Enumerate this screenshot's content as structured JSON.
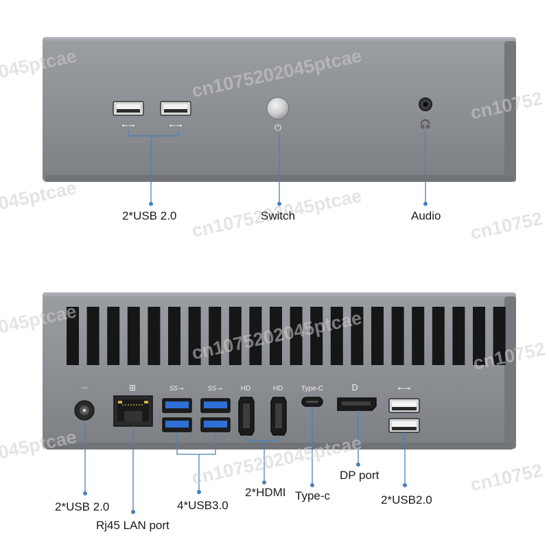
{
  "front_panel": {
    "labels": {
      "usb": "2*USB 2.0",
      "switch": "Switch",
      "audio": "Audio"
    }
  },
  "rear_panel": {
    "port_markings": {
      "hdmi_1": "HD",
      "hdmi_2": "HD",
      "type_c": "Type-C"
    },
    "labels": {
      "dc_in": "2*USB 2.0",
      "lan": "Rj45 LAN port",
      "usb3": "4*USB3.0",
      "hdmi": "2*HDMI",
      "type_c": "Type-c",
      "dp": "DP port",
      "usb2": "2*USB2.0"
    }
  },
  "watermarks": [
    "045ptcae",
    "cn1075202045ptcae",
    "cn10752",
    "045ptcae",
    "cn1075202045ptcae",
    "cn10752",
    "045ptcae",
    "cn1075202045ptcae",
    "cn10752",
    "045ptcae",
    "cn1075202045ptcae",
    "cn10752"
  ],
  "colors": {
    "case": "#8e9196",
    "case_shadow": "#6f7277",
    "leader_line": "#4b7fb8",
    "usb3_blue": "#2f6fd6",
    "vent": "#161616"
  }
}
